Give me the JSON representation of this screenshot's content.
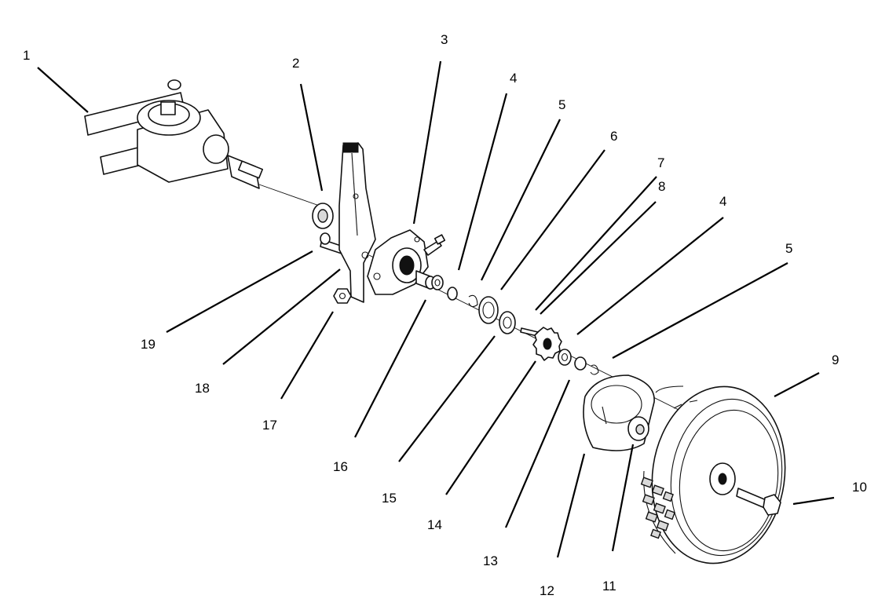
{
  "callouts": [
    {
      "id": "c1",
      "text": "1"
    },
    {
      "id": "c2",
      "text": "2"
    },
    {
      "id": "c3",
      "text": "3"
    },
    {
      "id": "c4a",
      "text": "4"
    },
    {
      "id": "c5a",
      "text": "5"
    },
    {
      "id": "c6",
      "text": "6"
    },
    {
      "id": "c7",
      "text": "7"
    },
    {
      "id": "c8",
      "text": "8"
    },
    {
      "id": "c4b",
      "text": "4"
    },
    {
      "id": "c5b",
      "text": "5"
    },
    {
      "id": "c9",
      "text": "9"
    },
    {
      "id": "c10",
      "text": "10"
    },
    {
      "id": "c11",
      "text": "11"
    },
    {
      "id": "c12",
      "text": "12"
    },
    {
      "id": "c13",
      "text": "13"
    },
    {
      "id": "c14",
      "text": "14"
    },
    {
      "id": "c15",
      "text": "15"
    },
    {
      "id": "c16",
      "text": "16"
    },
    {
      "id": "c17",
      "text": "17"
    },
    {
      "id": "c18",
      "text": "18"
    },
    {
      "id": "c19",
      "text": "19"
    }
  ]
}
